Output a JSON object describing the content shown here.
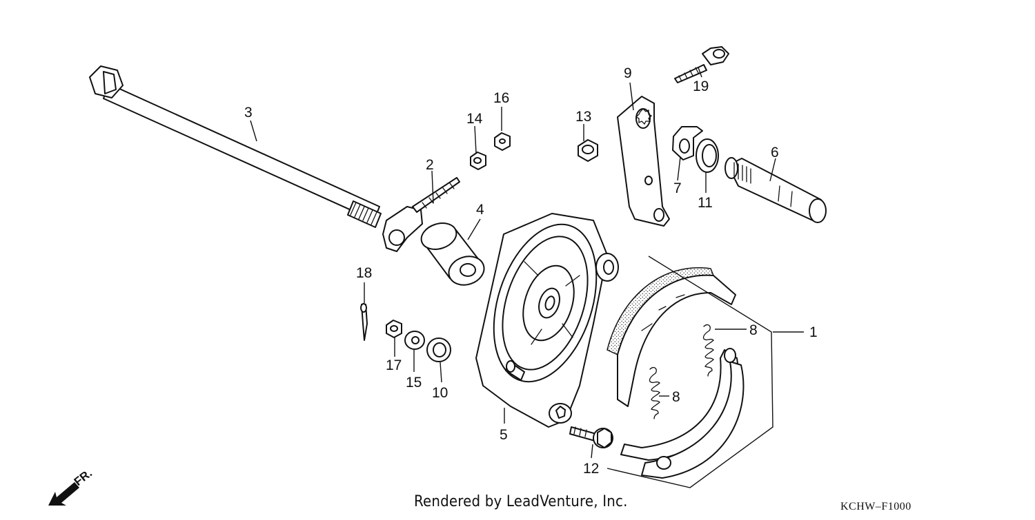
{
  "diagram": {
    "part_labels": [
      "1",
      "2",
      "3",
      "4",
      "5",
      "6",
      "7",
      "8",
      "8",
      "9",
      "10",
      "11",
      "12",
      "13",
      "14",
      "15",
      "16",
      "17",
      "18",
      "19"
    ],
    "direction_label": "FR.",
    "credit": "Rendered by LeadVenture, Inc.",
    "code": "KCHW–F1000"
  }
}
